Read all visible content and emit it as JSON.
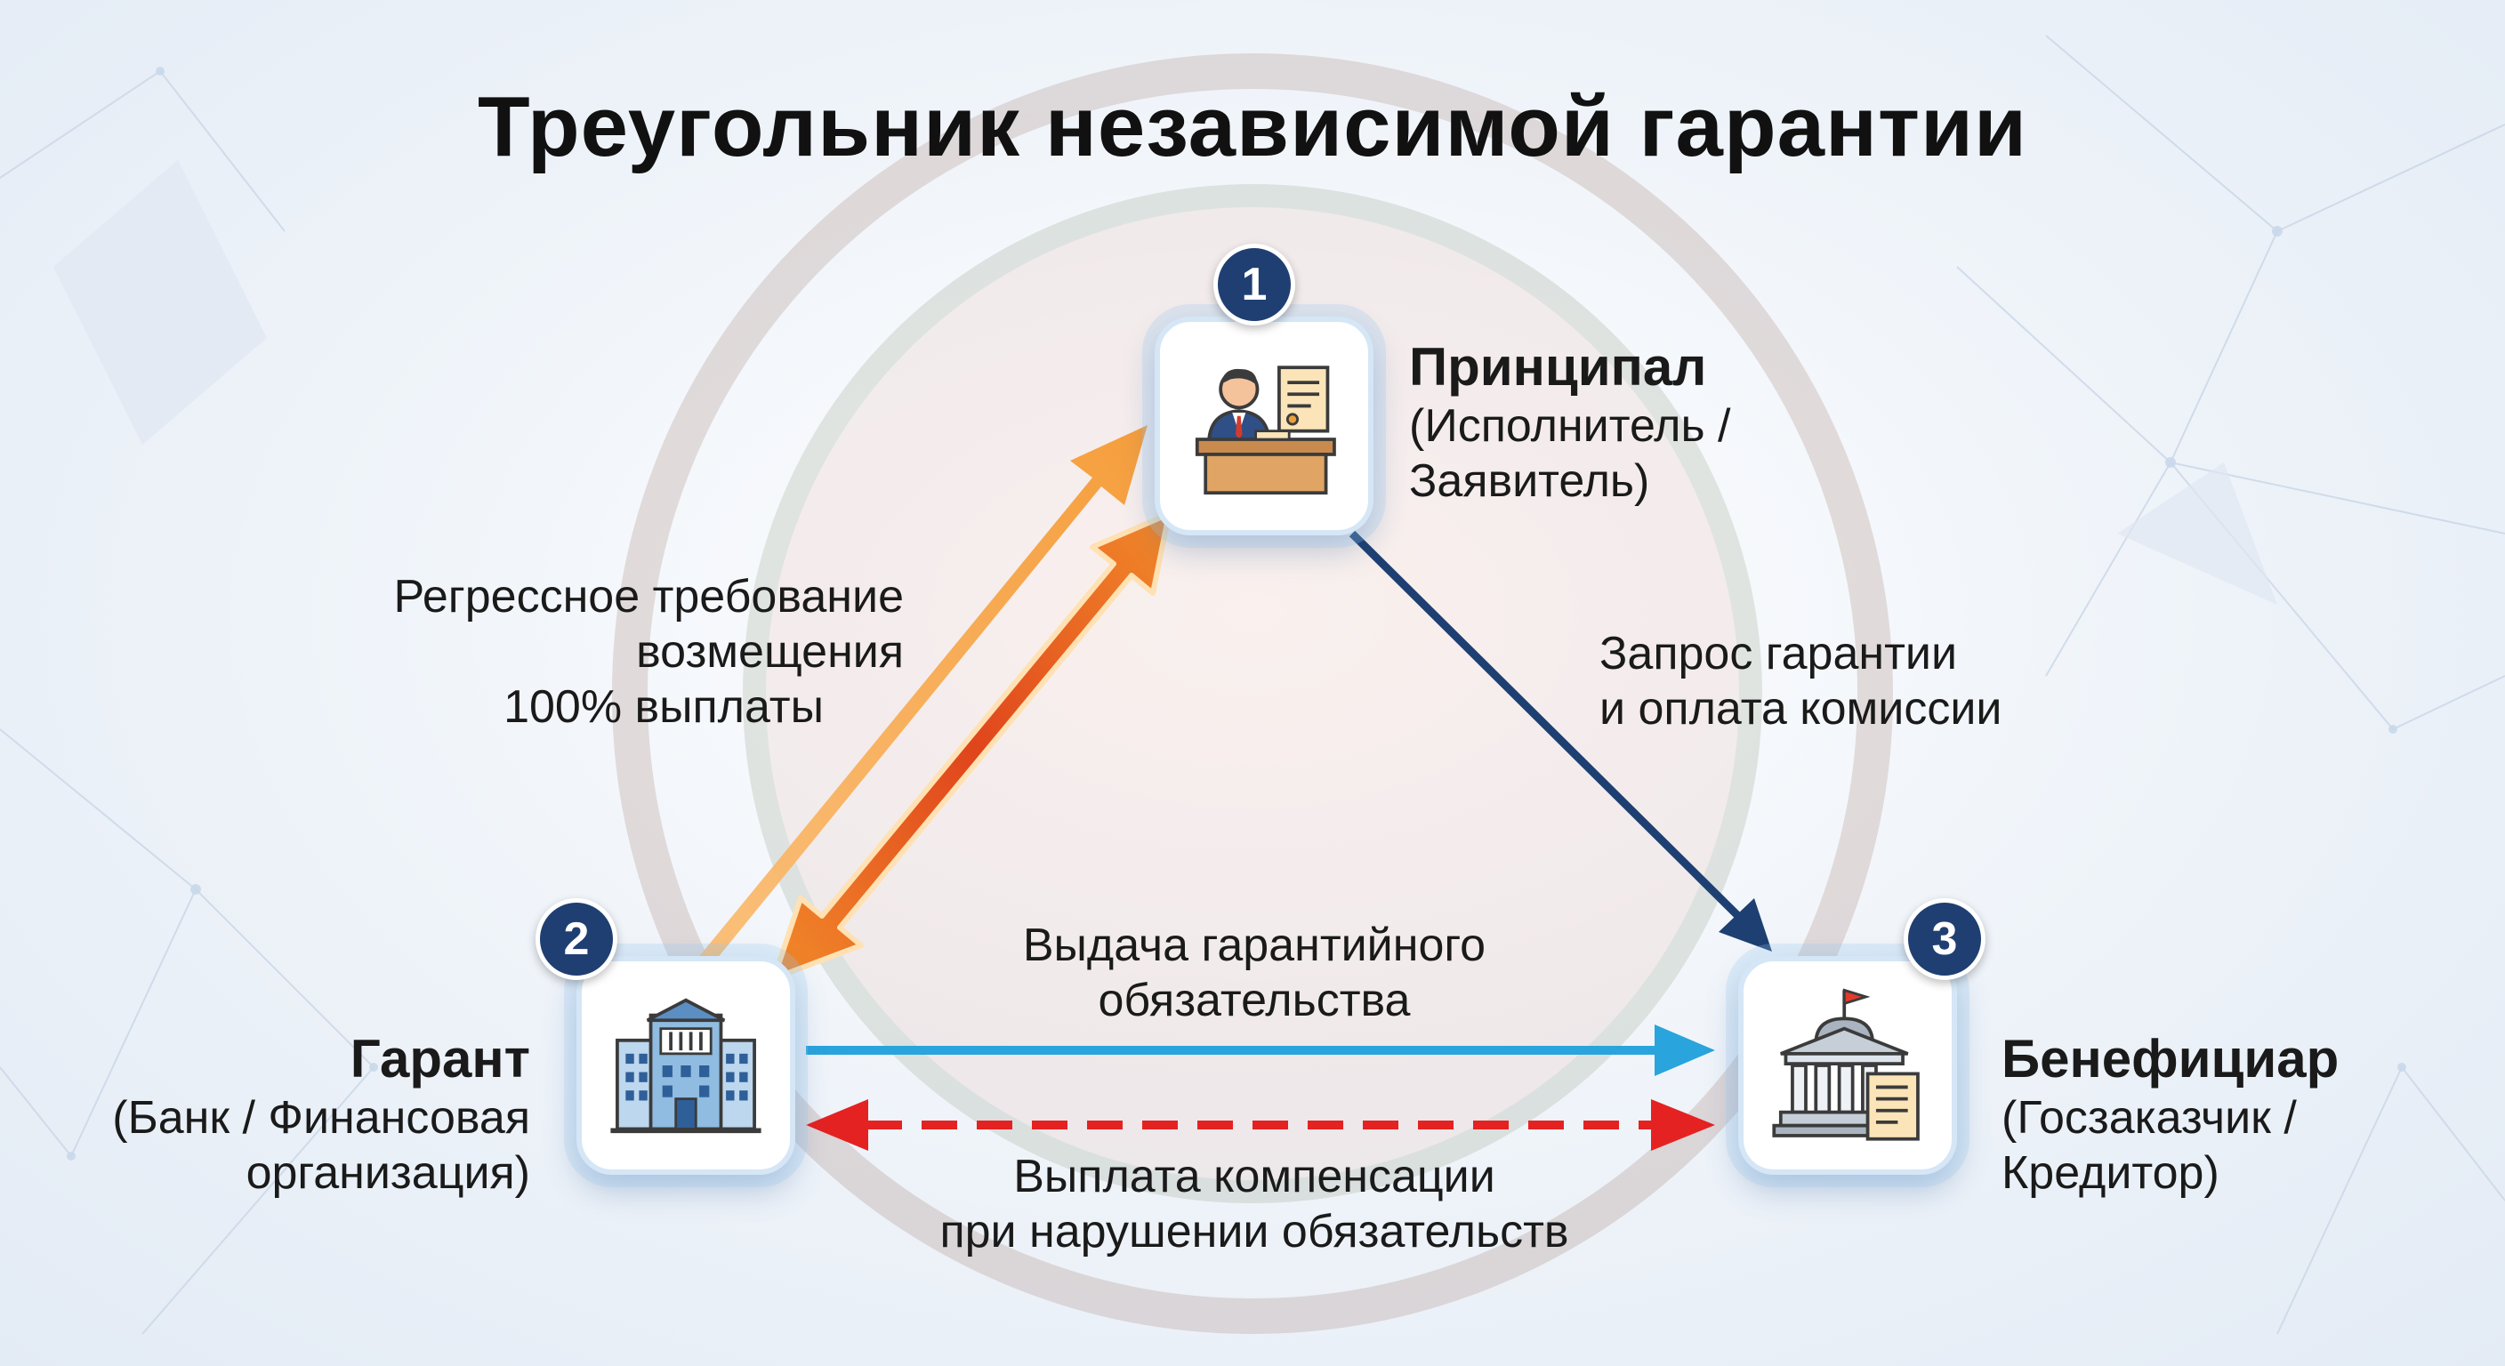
{
  "title": "Треугольник независимой гарантии",
  "nodes": {
    "principal": {
      "number": "1",
      "name": "Принципал",
      "desc_line1": "(Исполнитель /",
      "desc_line2": "Заявитель)",
      "icon": "person-at-desk-icon"
    },
    "guarantor": {
      "number": "2",
      "name": "Гарант",
      "desc_line1": "(Банк / Финансовая",
      "desc_line2": "организация)",
      "icon": "bank-building-icon"
    },
    "beneficiary": {
      "number": "3",
      "name": "Бенефициар",
      "desc_line1": "(Госзаказчик /",
      "desc_line2": "Кредитор)",
      "icon": "government-building-document-icon"
    }
  },
  "flows": {
    "regress": {
      "line1": "Регрессное требование",
      "line2": "возмещения",
      "line3": "100% выплаты"
    },
    "request": {
      "line1": "Запрос гарантии",
      "line2": "и оплата комиссии"
    },
    "issue": {
      "line1": "Выдача гарантийного",
      "line2": "обязательства"
    },
    "payout": {
      "line1": "Выплата компенсации",
      "line2": "при нарушении обязательств"
    }
  },
  "colors": {
    "badge": "#1f3f72",
    "orange_arrow": "#f7a545",
    "red_arrow": "#e0451c",
    "navy_arrow": "#1e3f72",
    "blue_arrow": "#2aa4dc",
    "red_dashed": "#e52222"
  }
}
